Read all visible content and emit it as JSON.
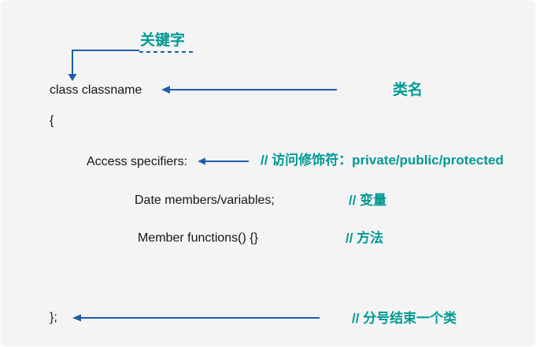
{
  "colors": {
    "background": "#f4f4f5",
    "annotation_teal": "#019a93",
    "arrow_blue": "#1c5da9",
    "code_text": "#151517"
  },
  "diagram": {
    "code": {
      "class_declaration": "class classname",
      "open_brace": "{",
      "access_specifiers": "Access specifiers:",
      "data_members": "Date members/variables;",
      "member_functions": "Member functions() {}",
      "close_brace": "};"
    },
    "annotations": {
      "keyword": "关键字",
      "class_name": "类名",
      "access_modifier": "// 访问修饰符：private/public/protected",
      "variable": "// 变量",
      "method": "// 方法",
      "class_end": "// 分号结束一个类"
    }
  }
}
